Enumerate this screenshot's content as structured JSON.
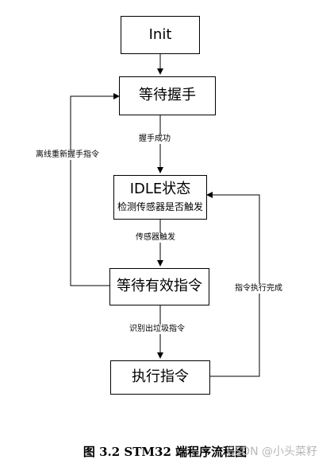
{
  "nodes": {
    "init": "Init",
    "handshake_wait": "等待握手",
    "idle": "IDLE状态",
    "idle_sub": "检测传感器是否触发",
    "cmd_wait": "等待有效指令",
    "exec": "执行指令"
  },
  "edges": {
    "handshake_ok": "握手成功",
    "offline_reshake": "离线重新握手指令",
    "sensor_trigger": "传感器触发",
    "recognize_trash": "识别出垃圾指令",
    "exec_done": "指令执行完成"
  },
  "caption": "图  3.2 STM32 端程序流程图",
  "watermark": "CSDN @小头菜籽"
}
